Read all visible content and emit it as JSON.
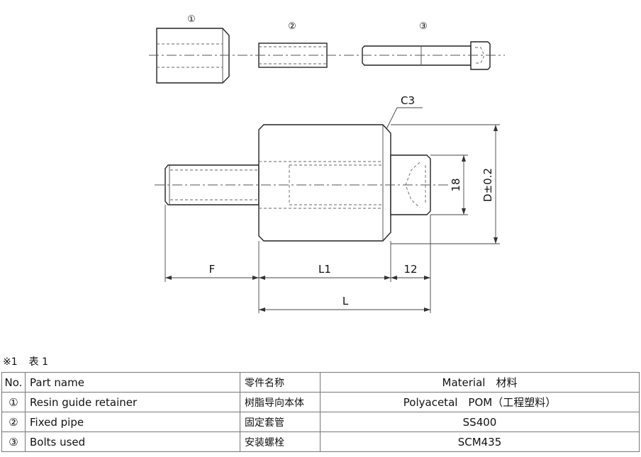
{
  "drawing": {
    "part_markers": [
      "①",
      "②",
      "③"
    ],
    "chamfer_label": "C3",
    "dim_labels": {
      "F": "F",
      "L1": "L1",
      "twelve": "12",
      "L": "L",
      "eighteen": "18",
      "D": "D±0.2"
    }
  },
  "note": {
    "mark": "※1",
    "title": "表 1"
  },
  "table": {
    "headers": {
      "no": "No.",
      "part_name": "Part name",
      "part_name_cn": "零件名称",
      "material": "Material　材料"
    },
    "rows": [
      {
        "no": "①",
        "name": "Resin guide retainer",
        "name_cn": "树脂导向本体",
        "material": "Polyacetal　POM（工程塑料）"
      },
      {
        "no": "②",
        "name": "Fixed pipe",
        "name_cn": "固定套管",
        "material": "SS400"
      },
      {
        "no": "③",
        "name": "Bolts used",
        "name_cn": "安装螺栓",
        "material": "SCM435"
      }
    ]
  }
}
